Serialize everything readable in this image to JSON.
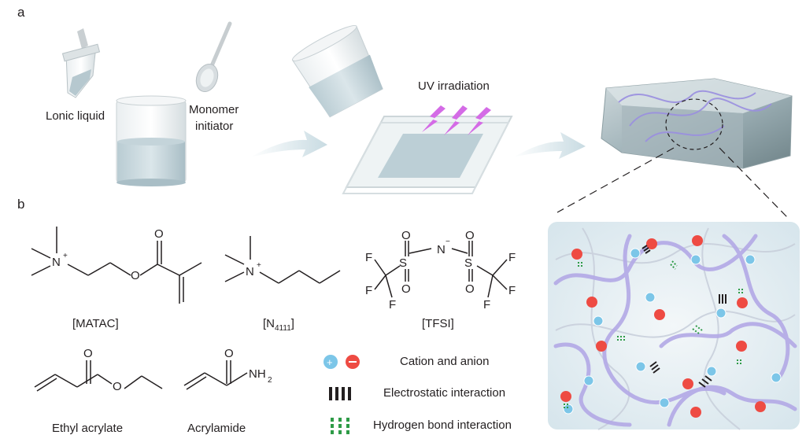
{
  "panels": {
    "a": "a",
    "b": "b"
  },
  "panel_a": {
    "ionic_liquid_label": "Lonic liquid",
    "monomer_label_line1": "Monomer",
    "monomer_label_line2": "initiator",
    "uv_label": "UV irradiation"
  },
  "molecules": {
    "matac": "[MATAC]",
    "n4111_prefix": "[N",
    "n4111_sub": "4111",
    "n4111_suffix": "]",
    "tfsi": "[TFSI]",
    "ethyl_acrylate": "Ethyl acrylate",
    "acrylamide": "Acrylamide",
    "atom_N": "N",
    "atom_O": "O",
    "atom_S": "S",
    "atom_F": "F",
    "atom_NH": "NH",
    "sub_2": "2",
    "plus": "+",
    "minus": "−"
  },
  "legend": {
    "cation_anion": "Cation and anion",
    "electrostatic": "Electrostatic interaction",
    "hydrogen_bond": "Hydrogen bond interaction"
  },
  "colors": {
    "cation": "#7cc6e8",
    "anion": "#ee4b43",
    "polymer": "#b7aee6",
    "uv": "#d26ae6",
    "arrow": "#cfe0e6",
    "hbond": "#2e9b47"
  }
}
